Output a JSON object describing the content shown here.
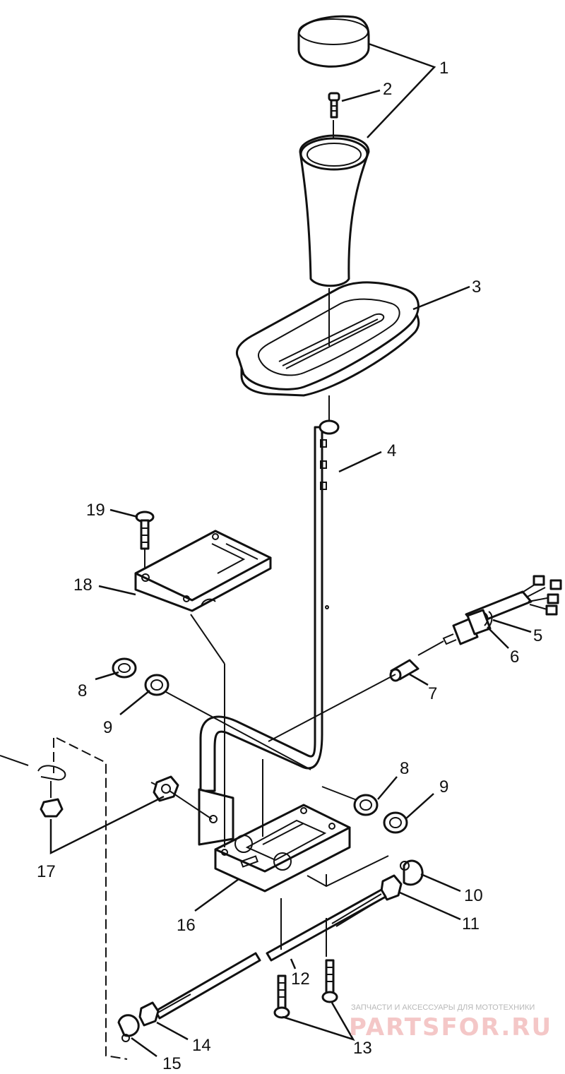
{
  "callouts": [
    "1",
    "2",
    "3",
    "4",
    "5",
    "6",
    "7",
    "8",
    "9",
    "10",
    "11",
    "12",
    "13",
    "14",
    "15",
    "16",
    "17",
    "18",
    "19"
  ],
  "callouts_repeat": {
    "8b": "8",
    "9b": "9"
  },
  "watermark": {
    "tagline": "ЗАПЧАСТИ И АКСЕССУАРЫ ДЛЯ МОТОТЕХНИКИ",
    "logo": "PARTSFOR.RU"
  }
}
